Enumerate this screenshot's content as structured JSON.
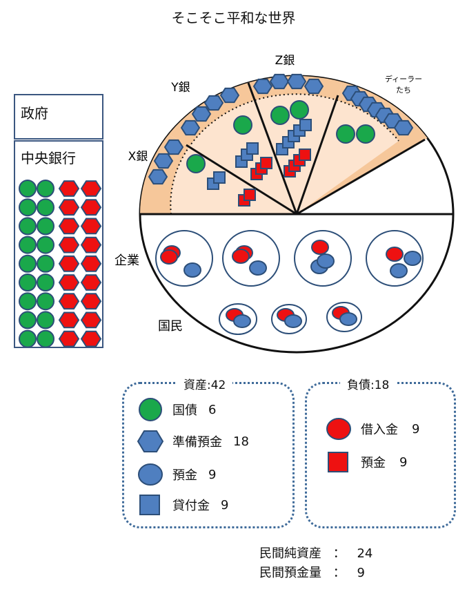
{
  "title": "そこそこ平和な世界",
  "government": {
    "label": "政府"
  },
  "central_bank": {
    "label": "中央銀行",
    "jgb_count": 18,
    "reserve_count": 18
  },
  "banks": {
    "x_label": "X銀",
    "y_label": "Y銀",
    "z_label": "Z銀",
    "dealers_label_line1": "ディーラー",
    "dealers_label_line2": "たち"
  },
  "sectors": {
    "firms_label": "企業",
    "households_label": "国民"
  },
  "assets": {
    "title": "資産:42",
    "items": [
      {
        "label": "国債",
        "value": "6",
        "icon": "green-circle"
      },
      {
        "label": "準備預金",
        "value": "18",
        "icon": "blue-hexagon"
      },
      {
        "label": "預金",
        "value": "9",
        "icon": "blue-circle"
      },
      {
        "label": "貸付金",
        "value": "9",
        "icon": "blue-square"
      }
    ]
  },
  "liabilities": {
    "title": "負債:18",
    "items": [
      {
        "label": "借入金",
        "value": "9",
        "icon": "red-circle"
      },
      {
        "label": "預金",
        "value": "9",
        "icon": "red-square"
      }
    ]
  },
  "summary": {
    "net_assets_label": "民間純資産",
    "net_assets_value": "24",
    "deposits_label": "民間預金量",
    "deposits_value": "9",
    "separator": "："
  },
  "colors": {
    "green": "#1aa84b",
    "blue": "#4f7fc0",
    "red": "#ee1111",
    "outline": "#2c4e78",
    "reserve_band": "#f6c79a",
    "bank_inner": "#fde4cf"
  }
}
